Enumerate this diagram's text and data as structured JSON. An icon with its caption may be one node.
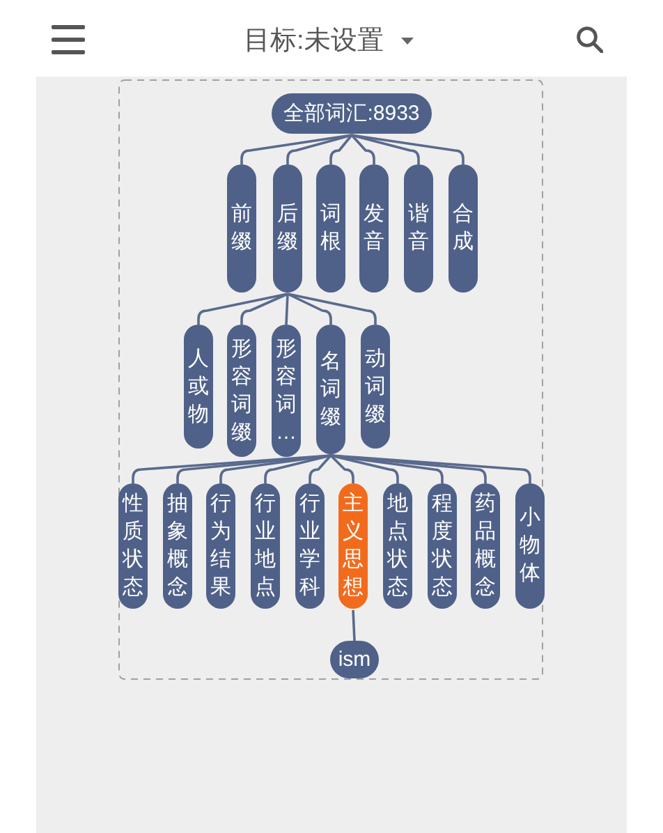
{
  "diagram": {
    "title": "目标:未设置",
    "nodes": [
      {
        "text": [
          "全部词汇:8933"
        ]
      },
      {
        "text": [
          "前缀"
        ]
      },
      {
        "text": [
          "后缀"
        ]
      },
      {
        "text": [
          "词根"
        ]
      },
      {
        "text": [
          "发音"
        ]
      },
      {
        "text": [
          "谐音"
        ]
      },
      {
        "text": [
          "合成"
        ]
      },
      {
        "text": [
          "人或物"
        ]
      },
      {
        "text": [
          "形容词缀"
        ]
      },
      {
        "text": [
          "形容词…"
        ]
      },
      {
        "text": [
          "名词缀"
        ]
      },
      {
        "text": [
          "动词缀"
        ]
      },
      {
        "text": [
          "性质状态"
        ]
      },
      {
        "text": [
          "抽象概念"
        ]
      },
      {
        "text": [
          "行为结果"
        ]
      },
      {
        "text": [
          "行业地点"
        ]
      },
      {
        "text": [
          "行业学科"
        ]
      },
      {
        "text": [
          "主义思想"
        ]
      },
      {
        "text": [
          "地点状态"
        ]
      },
      {
        "text": [
          "程度状态"
        ]
      },
      {
        "text": [
          "药品概念"
        ]
      },
      {
        "text": [
          "小物体"
        ]
      },
      {
        "text": [
          "ism"
        ]
      }
    ],
    "edges": [
      {
        "from": 0,
        "to": 1,
        "arrow": "none"
      },
      {
        "from": 0,
        "to": 2,
        "arrow": "none"
      },
      {
        "from": 0,
        "to": 3,
        "arrow": "none"
      },
      {
        "from": 0,
        "to": 4,
        "arrow": "none"
      },
      {
        "from": 0,
        "to": 5,
        "arrow": "none"
      },
      {
        "from": 0,
        "to": 6,
        "arrow": "none"
      },
      {
        "from": 2,
        "to": 7,
        "arrow": "none"
      },
      {
        "from": 2,
        "to": 8,
        "arrow": "none"
      },
      {
        "from": 2,
        "to": 9,
        "arrow": "none"
      },
      {
        "from": 2,
        "to": 10,
        "arrow": "none"
      },
      {
        "from": 2,
        "to": 11,
        "arrow": "none"
      },
      {
        "from": 10,
        "to": 12,
        "arrow": "none"
      },
      {
        "from": 10,
        "to": 13,
        "arrow": "none"
      },
      {
        "from": 10,
        "to": 14,
        "arrow": "none"
      },
      {
        "from": 10,
        "to": 15,
        "arrow": "none"
      },
      {
        "from": 10,
        "to": 16,
        "arrow": "none"
      },
      {
        "from": 10,
        "to": 17,
        "arrow": "none"
      },
      {
        "from": 10,
        "to": 18,
        "arrow": "none"
      },
      {
        "from": 10,
        "to": 19,
        "arrow": "none"
      },
      {
        "from": 10,
        "to": 20,
        "arrow": "none"
      },
      {
        "from": 10,
        "to": 21,
        "arrow": "none"
      },
      {
        "from": 17,
        "to": 22,
        "arrow": "none"
      }
    ]
  }
}
